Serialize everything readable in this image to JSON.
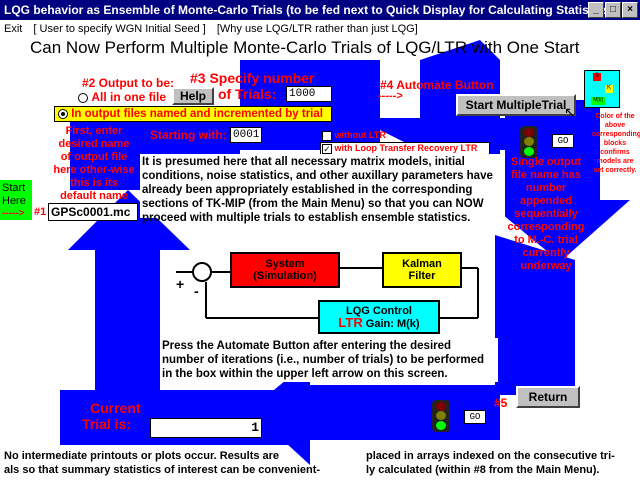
{
  "window": {
    "title": "LQG behavior as Ensemble of Monte-Carlo Trials (to be fed next to Quick Display for Calculating Statistics)"
  },
  "menu": {
    "exit": "Exit",
    "seed": "[ User to specify WGN Initial Seed ]",
    "why": "[Why use LQG/LTR rather than just LQG]"
  },
  "heading": "Can Now Perform Multiple Monte-Carlo Trials of LQG/LTR with One Start",
  "step2": {
    "label": "#2 Output to be:",
    "option_all": "All in one file",
    "option_named": "In output files named and incremented by trial",
    "help_label": "Help"
  },
  "step3": {
    "label_line1": "#3 Specify number",
    "label_line2": "of Trials:",
    "trials_value": "1000"
  },
  "step4": {
    "label": "#4 Automate Button",
    "arrow": "----->",
    "start_label": "Start MultipleTrial"
  },
  "starting_with": {
    "label": "Starting with:",
    "value": "0001"
  },
  "ltr": {
    "without": "without LTR",
    "with": "with Loop Transfer Recovery LTR"
  },
  "first_enter": "First, enter desired name of output file here other-wise this is its default name",
  "start_here": {
    "line1": "Start",
    "line2": "Here",
    "arrow": "----->",
    "step": "#1",
    "filename": "GPSc0001.mc"
  },
  "body_text": "It is presumed here that all necessary matrix models, initial conditions, noise statistics, and other auxillary parameters have already been appropriately established in the corresponding sections of TK-MIP (from the Main Menu) so that you can NOW proceed with multiple trials to establish ensemble statistics.",
  "go_label": "GO",
  "single_output": "Single output file name has number appended sequentially corresponding to M.-C. trial currently underway",
  "color_note": "Color of the above corresponding blocks confirms models are set correctly.",
  "mini": {
    "s": "S",
    "k": "K",
    "m": "M[k]"
  },
  "diagram": {
    "system_line1": "System",
    "system_line2": "(Simulation)",
    "kalman_line1": "Kalman",
    "kalman_line2": "Filter",
    "lqg_line1": "LQG Control",
    "ltr": "LTR",
    "lqg_line2": "Gain: M(k)",
    "plus": "+",
    "minus": "-"
  },
  "press_text": "Press the Automate Button after entering the desired number of iterations (i.e., number of trials) to be performed in the box within the upper left arrow on this screen.",
  "step5": {
    "label": "#5",
    "return_label": "Return"
  },
  "current_trial": {
    "line1": "Current",
    "line2": "Trial is:",
    "value": "1"
  },
  "bottom": {
    "left_line1": "No intermediate printouts or plots occur. Results are",
    "left_line2": "als so that summary statistics of interest can be convenient-",
    "right_line1": "placed in arrays indexed on the consecutive tri-",
    "right_line2": "ly calculated (within #8 from the Main Menu)."
  },
  "colors": {
    "arrow_blue": "#0000ff",
    "title_blue": "#000080",
    "system_red": "#ff0000",
    "kalman_yellow": "#ffff00",
    "lqg_cyan": "#00ffff",
    "start_green": "#00ff00"
  }
}
